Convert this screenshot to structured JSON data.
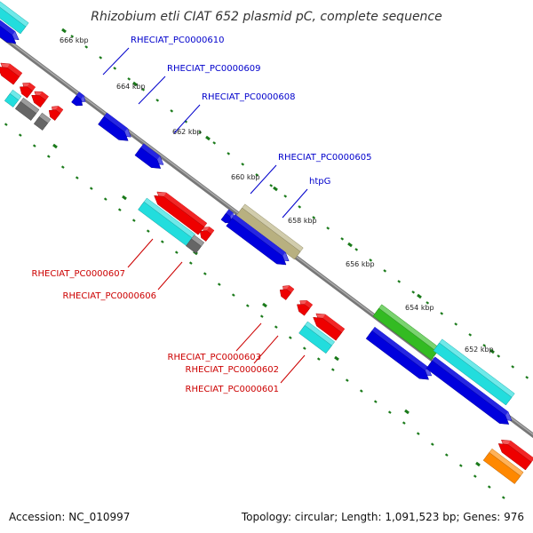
{
  "title": "Rhizobium etli CIAT 652 plasmid pC, complete sequence",
  "footer": {
    "accession": "Accession: NC_010997",
    "summary": "Topology: circular; Length: 1,091,523 bp; Genes: 976"
  },
  "kbp_labels": [
    "666 kbp",
    "664 kbp",
    "662 kbp",
    "660 kbp",
    "658 kbp",
    "656 kbp",
    "654 kbp",
    "652 kbp"
  ],
  "colors": {
    "forward_label": "#0000cc",
    "reverse_label": "#cc0000",
    "blue": "#0000dd",
    "red": "#ee0000",
    "cyan": "#22dddd",
    "gray": "#666666",
    "olive": "#b8b080",
    "green": "#33bb22",
    "orange": "#ff8800",
    "backbone": "#777777",
    "tick": "#1a7a1a"
  },
  "labels": [
    {
      "text": "RHECIAT_PC0000610",
      "strand": "forward"
    },
    {
      "text": "RHECIAT_PC0000609",
      "strand": "forward"
    },
    {
      "text": "RHECIAT_PC0000608",
      "strand": "forward"
    },
    {
      "text": "RHECIAT_PC0000605",
      "strand": "forward"
    },
    {
      "text": "htpG",
      "strand": "forward"
    },
    {
      "text": "RHECIAT_PC0000607",
      "strand": "reverse"
    },
    {
      "text": "RHECIAT_PC0000606",
      "strand": "reverse"
    },
    {
      "text": "RHECIAT_PC0000603",
      "strand": "reverse"
    },
    {
      "text": "RHECIAT_PC0000602",
      "strand": "reverse"
    },
    {
      "text": "RHECIAT_PC0000601",
      "strand": "reverse"
    }
  ]
}
